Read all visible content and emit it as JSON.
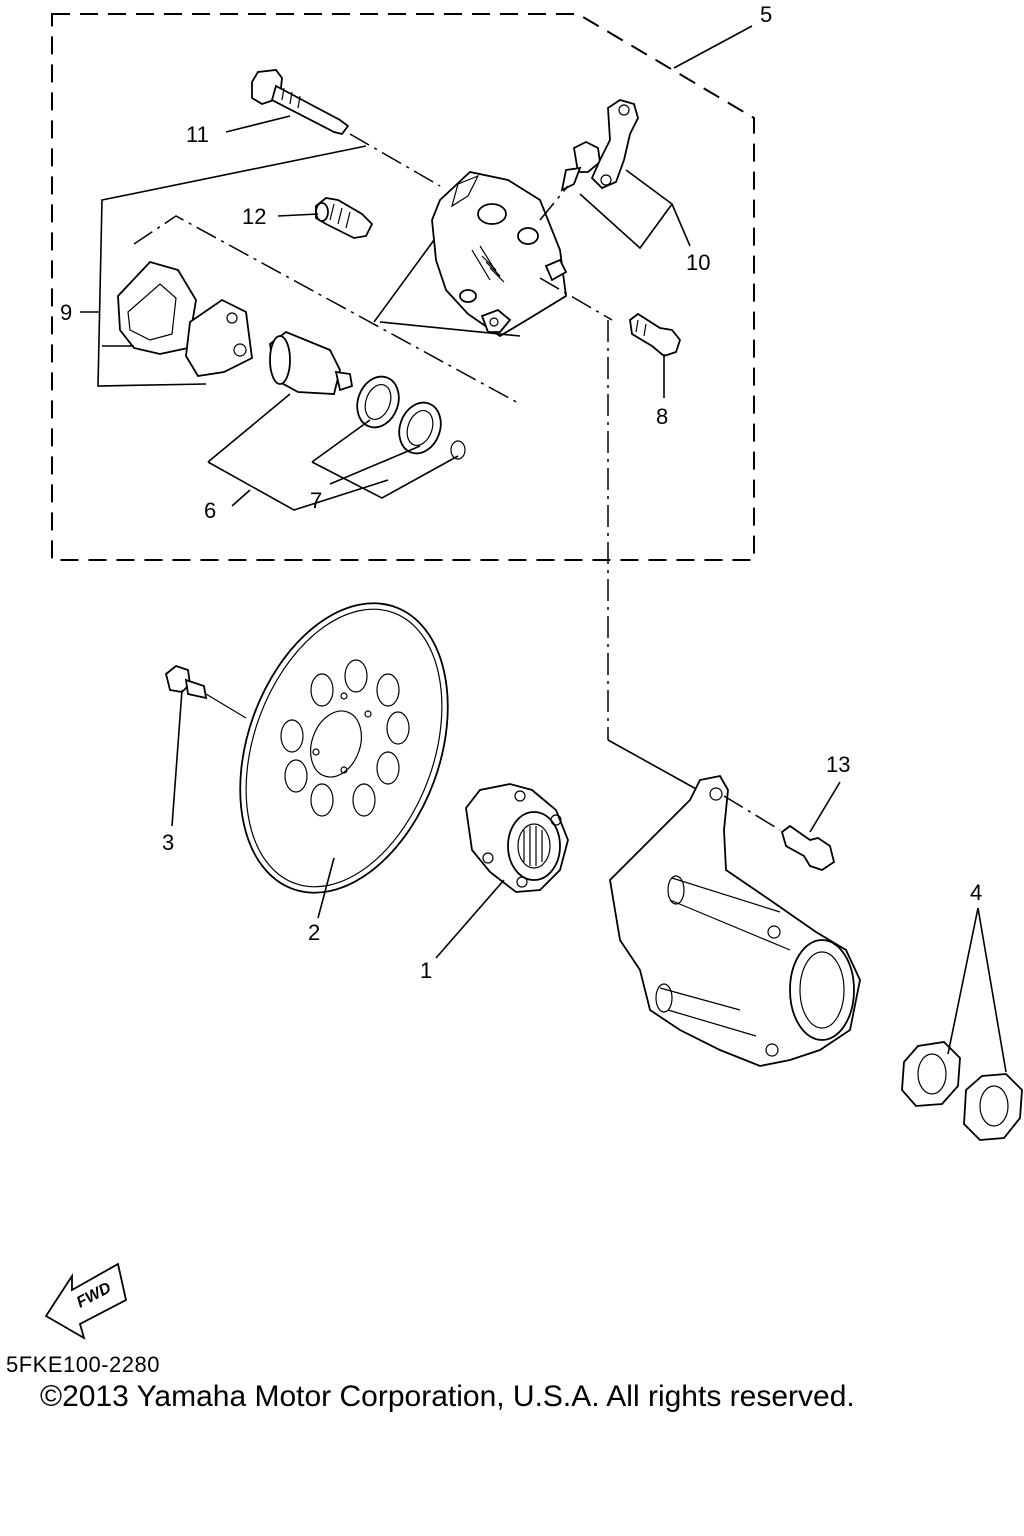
{
  "callouts": {
    "c1": "1",
    "c2": "2",
    "c3": "3",
    "c4": "4",
    "c5": "5",
    "c6": "6",
    "c7": "7",
    "c8": "8",
    "c9": "9",
    "c10": "10",
    "c11": "11",
    "c12": "12",
    "c13": "13"
  },
  "fwd_label": "FWD",
  "diagram_code": "5FKE100-2280",
  "copyright": "©2013 Yamaha Motor Corporation, U.S.A. All rights reserved."
}
